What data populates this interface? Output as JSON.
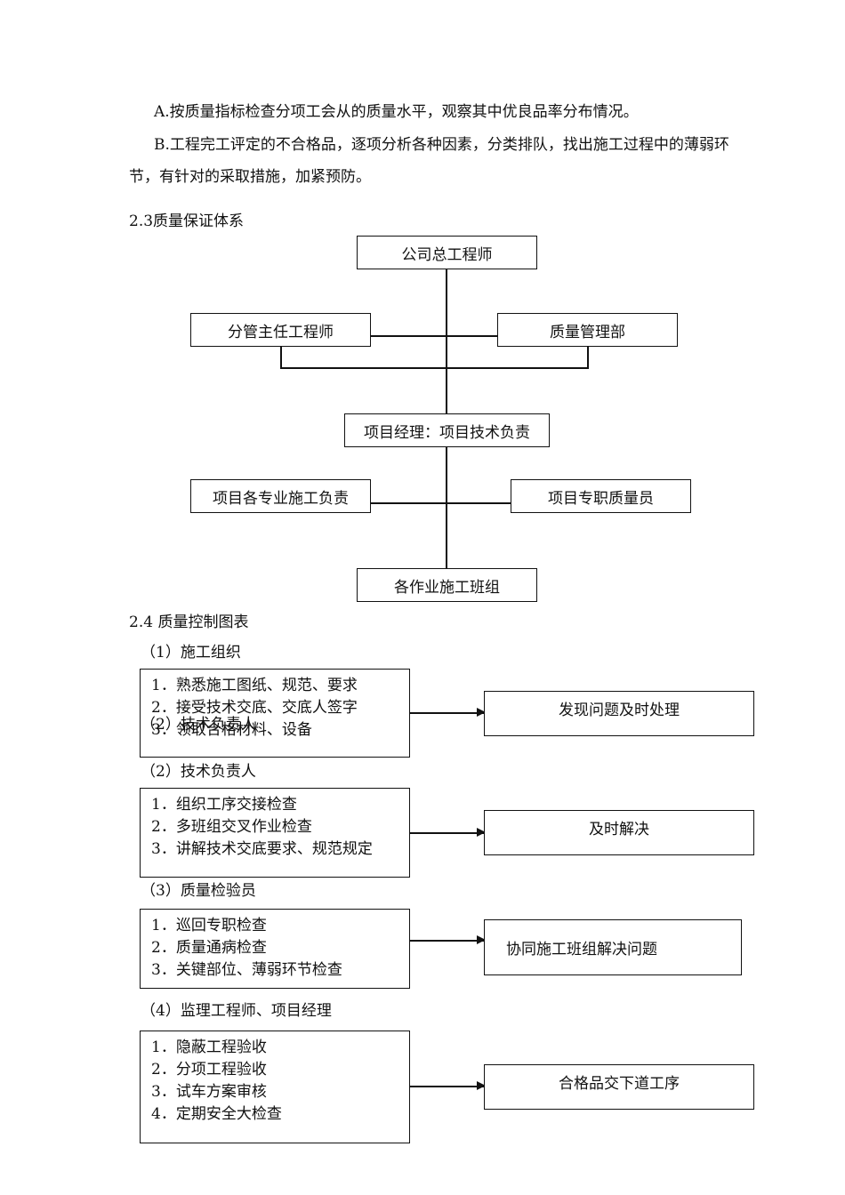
{
  "paragraphs": {
    "a": "A.按质量指标检查分项工会从的质量水平，观察其中优良品率分布情况。",
    "b": "B.工程完工评定的不合格品，逐项分析各种因素，分类排队，找出施工过程中的薄弱环节，有针对的采取措施，加紧预防。"
  },
  "section_23": {
    "heading": "2.3质量保证体系",
    "org": {
      "top": "公司总工程师",
      "left_mid": "分管主任工程师",
      "right_mid": "质量管理部",
      "center": "项目经理：项目技术负责",
      "left_low": "项目各专业施工负责",
      "right_low": "项目专职质量员",
      "bottom": "各作业施工班组"
    }
  },
  "section_24": {
    "heading": "2.4 质量控制图表",
    "groups": [
      {
        "label": "（1）施工组织",
        "items": [
          "1．熟悉施工图纸、规范、要求",
          "2．接受技术交底、交底人签字",
          "3．领取合格材料、设备"
        ],
        "result": "发现问题及时处理",
        "overlap_text": "（2）技术负责人"
      },
      {
        "label": "（2）技术负责人",
        "items": [
          "1．组织工序交接检查",
          "2．多班组交叉作业检查",
          "3．讲解技术交底要求、规范规定"
        ],
        "result": "及时解决"
      },
      {
        "label": "（3）质量检验员",
        "items": [
          "1．巡回专职检查",
          "2．质量通病检查",
          "3．关键部位、薄弱环节检查"
        ],
        "result": "协同施工班组解决问题"
      },
      {
        "label": "（4）监理工程师、项目经理",
        "items": [
          "1．隐蔽工程验收",
          "2．分项工程验收",
          "3．试车方案审核",
          "4．定期安全大检查"
        ],
        "result": "合格品交下道工序"
      }
    ]
  }
}
